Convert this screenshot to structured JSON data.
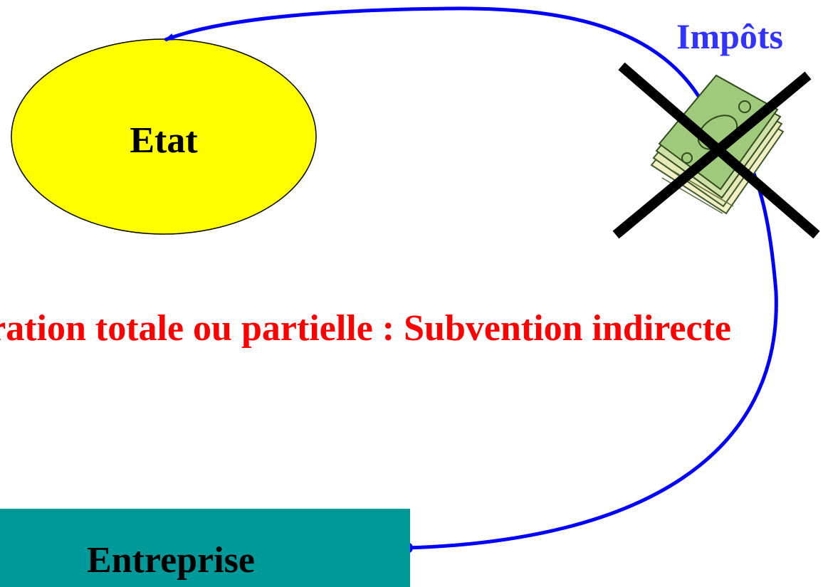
{
  "etat": {
    "label": "Etat"
  },
  "impots": {
    "label": "Impôts"
  },
  "caption": {
    "text": "Exonération totale ou partielle : Subvention indirecte"
  },
  "entreprise": {
    "label": "Entreprise"
  },
  "colors": {
    "flow_arrow": "#0000ff",
    "impots_text": "#3333ff",
    "caption_text": "#ff0000",
    "etat_fill": "#ffff00",
    "entreprise_fill": "#009999",
    "cross": "#000000"
  },
  "icons": {
    "money": "money-stack-icon",
    "cross": "cross-out-icon"
  }
}
